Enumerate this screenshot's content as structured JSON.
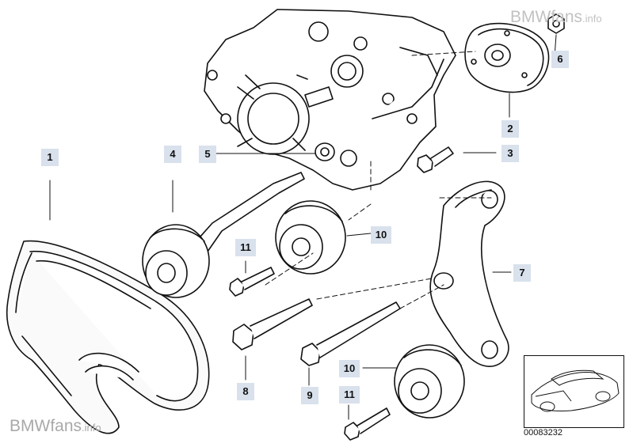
{
  "watermark": {
    "brand": "BMW",
    "suffix": "fans",
    "tld": ".info"
  },
  "callouts": {
    "c1": "1",
    "c2": "2",
    "c3": "3",
    "c4": "4",
    "c5": "5",
    "c6": "6",
    "c7": "7",
    "c8": "8",
    "c9": "9",
    "c10a": "10",
    "c10b": "10",
    "c11a": "11",
    "c11b": "11"
  },
  "diagram_id": "00083232",
  "colors": {
    "callout_bg": "#d8e1ec",
    "line": "#111111",
    "watermark": "#b9b9b9"
  }
}
